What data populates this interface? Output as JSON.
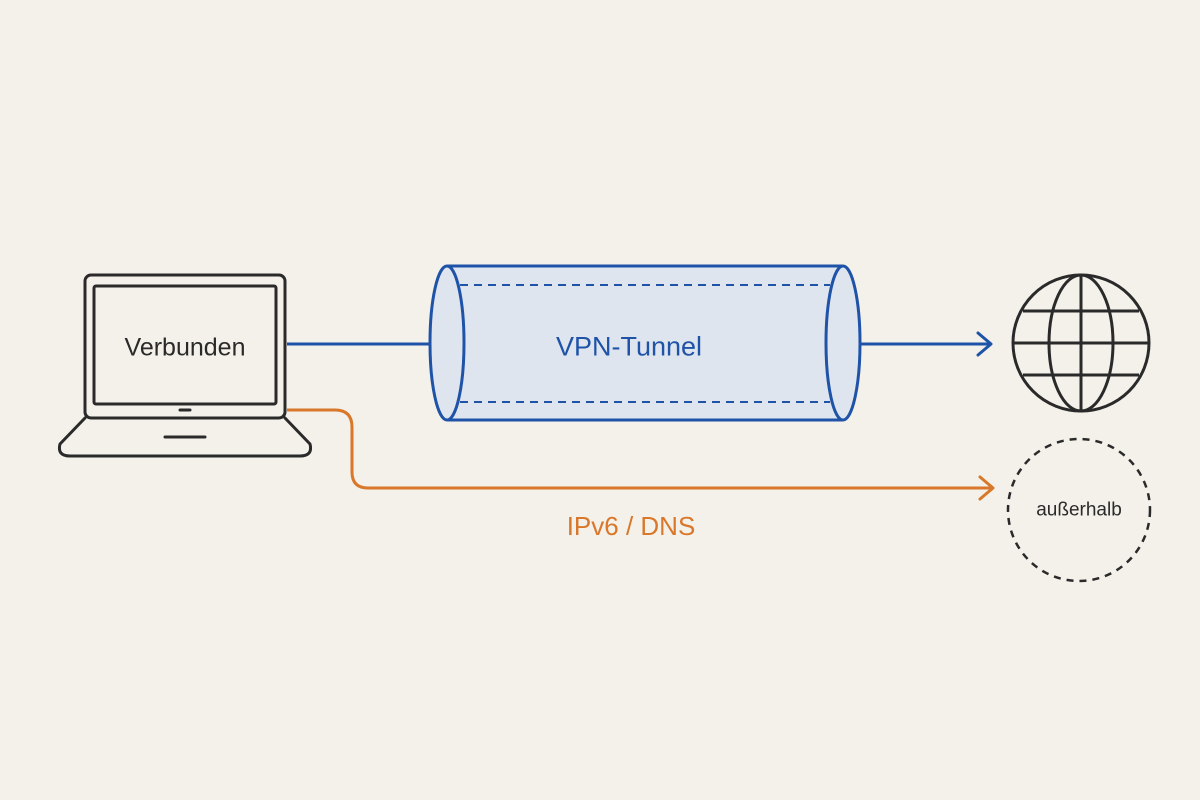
{
  "laptop": {
    "screen_label": "Verbunden"
  },
  "tunnel": {
    "label": "VPN-Tunnel"
  },
  "leak": {
    "label": "IPv6 / DNS"
  },
  "outside": {
    "label": "außerhalb"
  },
  "colors": {
    "background": "#f4f1ea",
    "tunnel_stroke": "#1f53a8",
    "tunnel_fill": "#dfe5ee",
    "leak_path": "#d9782b",
    "outline": "#2a2a2a"
  },
  "icons": {
    "laptop": "laptop-icon",
    "internet": "globe-icon",
    "outside": "dashed-circle-icon"
  }
}
